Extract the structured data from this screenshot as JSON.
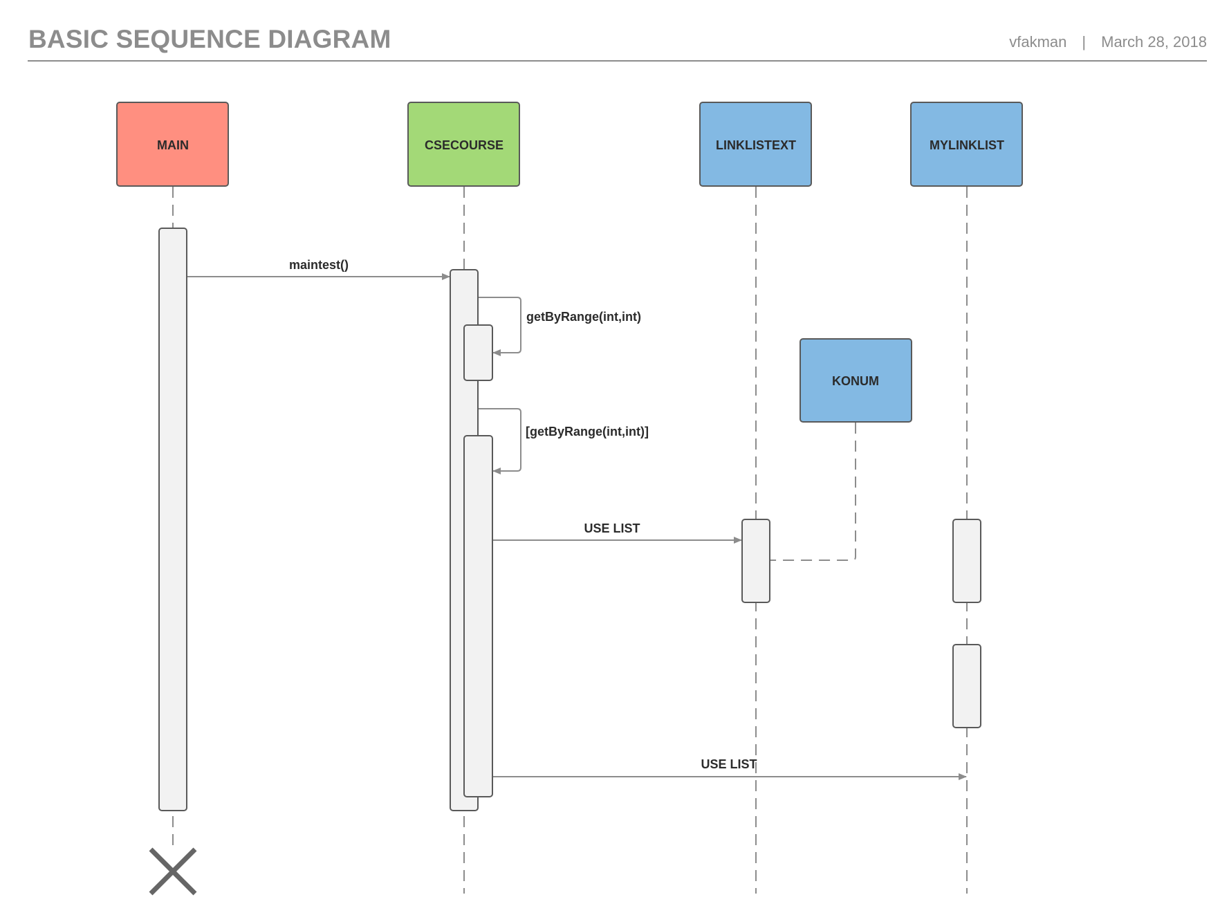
{
  "header": {
    "title": "BASIC SEQUENCE DIAGRAM",
    "author": "vfakman",
    "separator": "|",
    "date": "March 28, 2018"
  },
  "colors": {
    "main": "#ff8f80",
    "csecourse": "#a3d977",
    "blue": "#83b9e3",
    "line": "#8c8c8c",
    "activation": "#f2f2f2"
  },
  "participants": {
    "main": "MAIN",
    "csecourse": "CSECOURSE",
    "linklistext": "LINKLISTEXT",
    "mylinklist": "MYLINKLIST",
    "konum": "KONUM"
  },
  "messages": {
    "maintest": "maintest()",
    "get_by_range": "getByRange(int,int)",
    "get_by_range_guard": "[getByRange(int,int)]",
    "use_list_1": "USE LIST",
    "use_list_2": "USE LIST"
  },
  "icons": {
    "destroy": "x-mark-icon"
  }
}
